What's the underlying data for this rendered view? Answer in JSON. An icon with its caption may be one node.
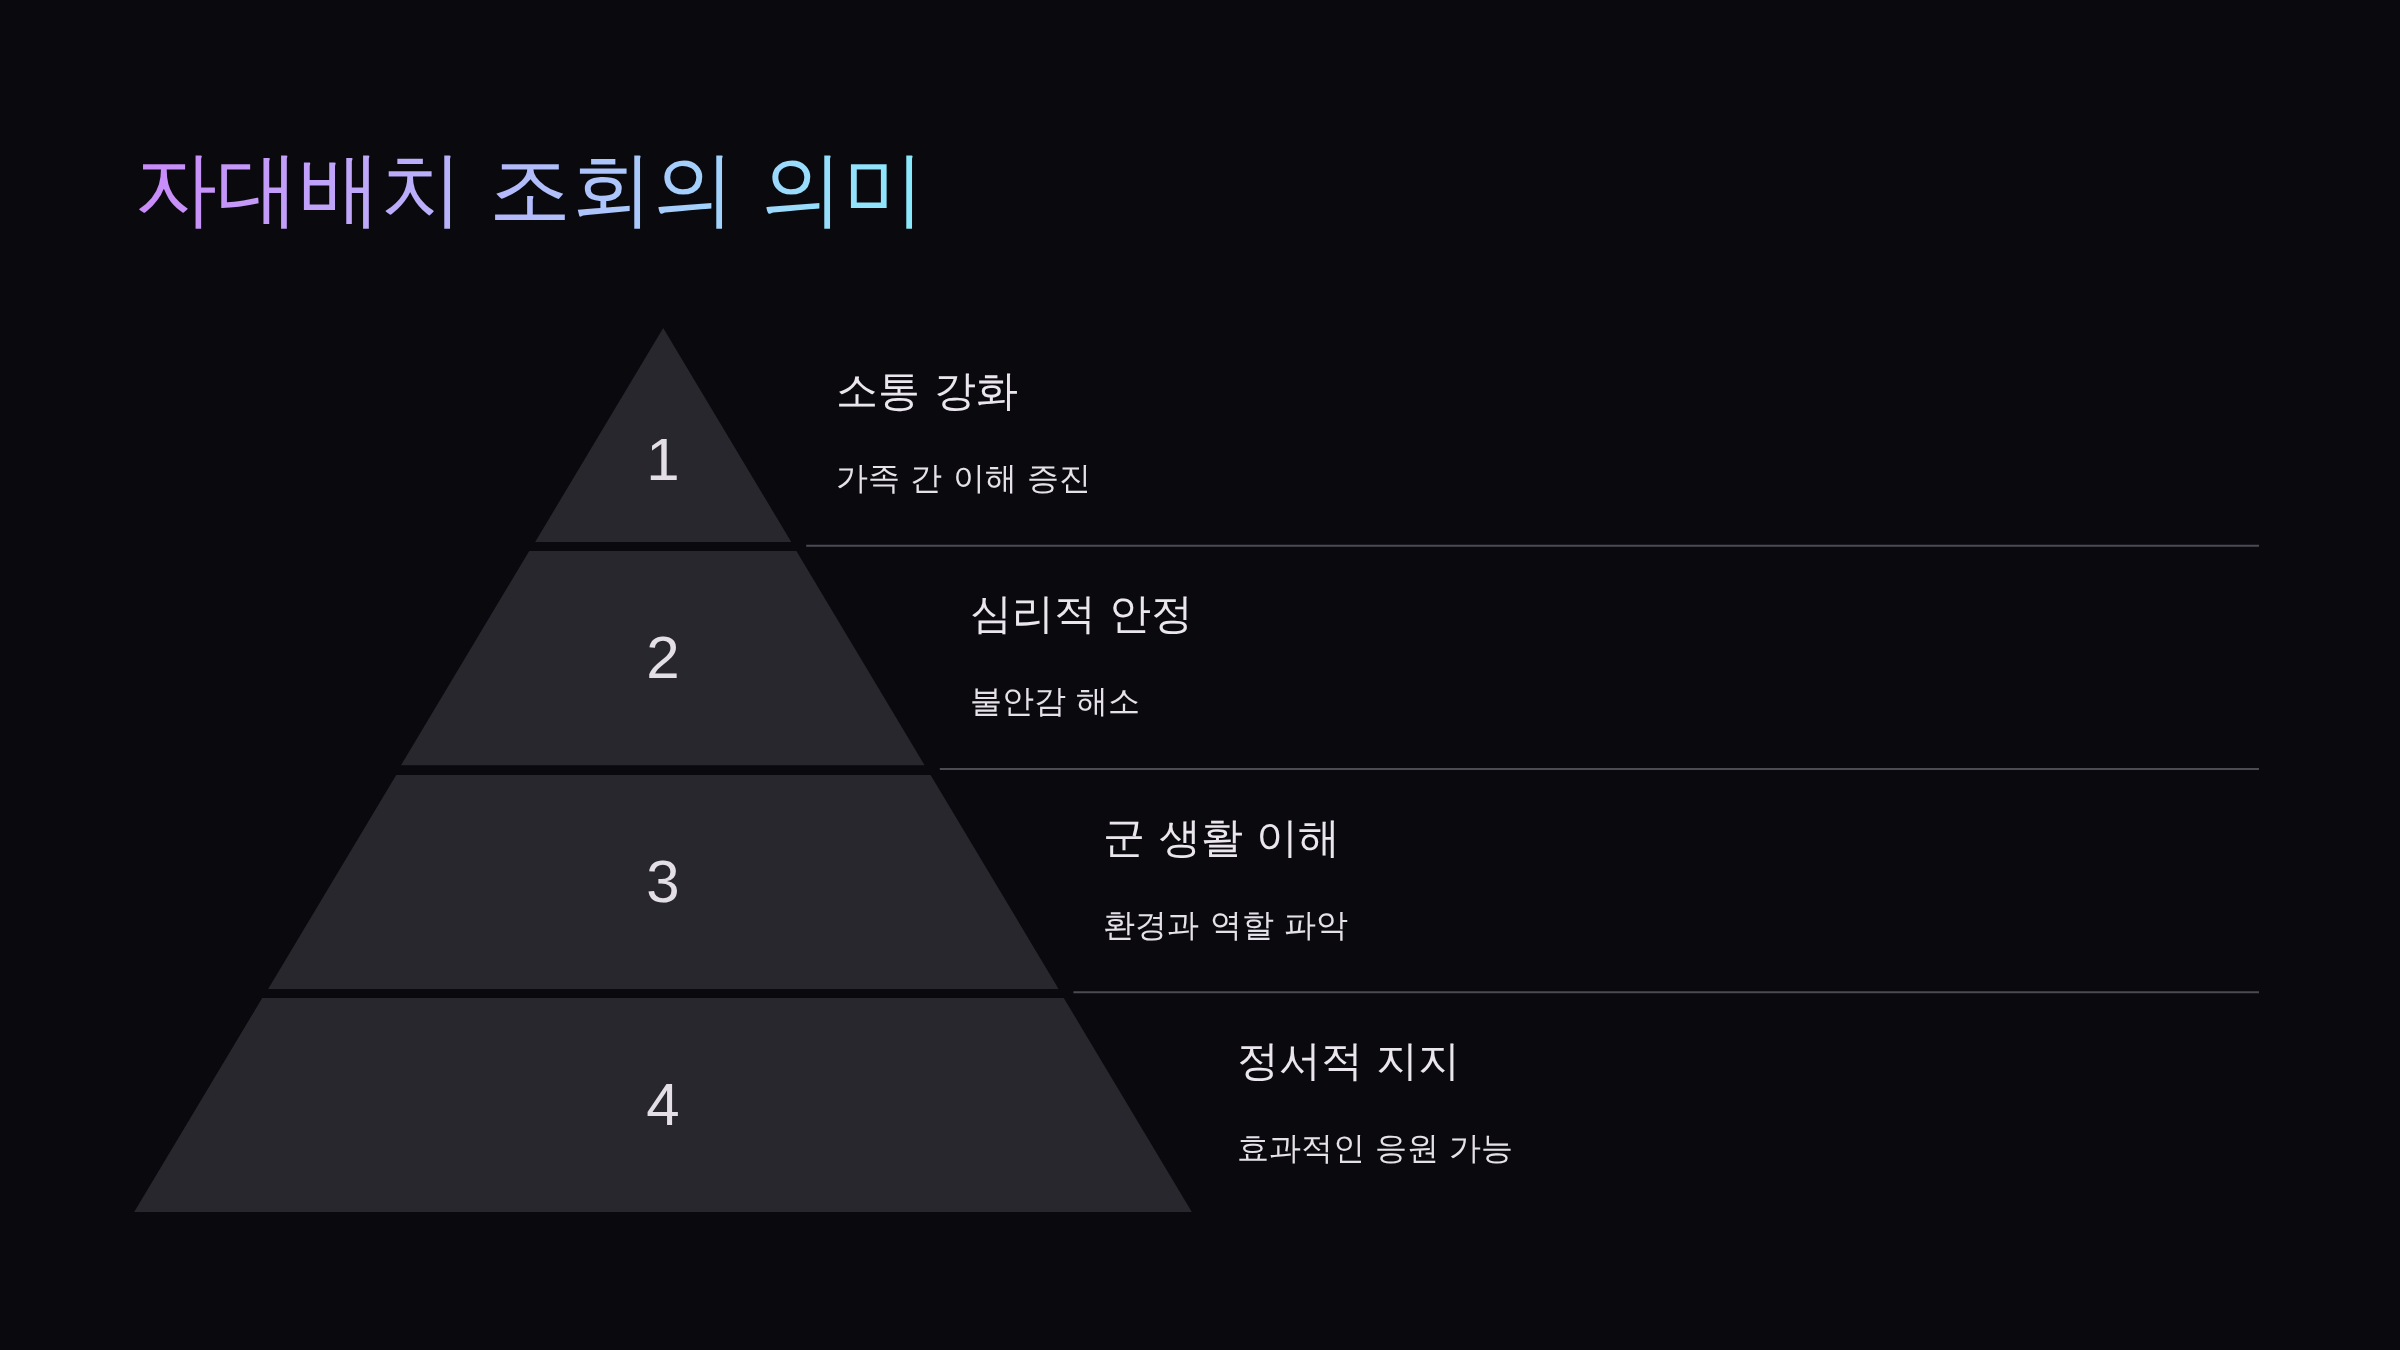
{
  "diagram": {
    "title": "자대배치 조회의 의미",
    "nodes": [
      {
        "text": [
          "1"
        ],
        "beside": [
          "소통 강화",
          "가족 간 이해 증진"
        ]
      },
      {
        "text": [
          "2"
        ],
        "beside": [
          "심리적 안정",
          "불안감 해소"
        ]
      },
      {
        "text": [
          "3"
        ],
        "beside": [
          "군 생활 이해",
          "환경과 역할 파악"
        ]
      },
      {
        "text": [
          "4"
        ],
        "beside": [
          "정서적 지지",
          "효과적인 응원 가능"
        ]
      }
    ]
  }
}
